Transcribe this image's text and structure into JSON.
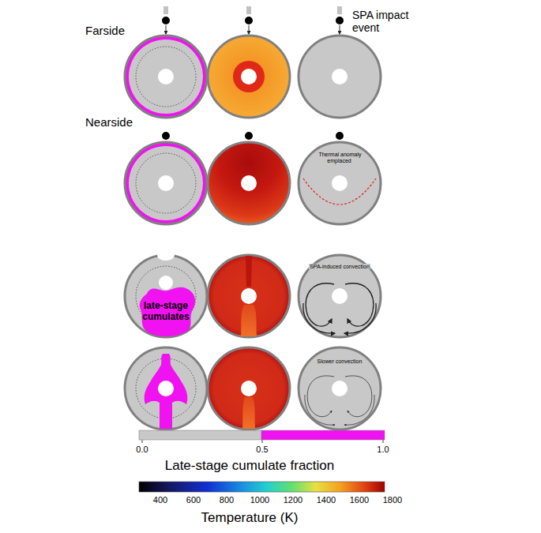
{
  "diagram": {
    "nodes": [
      {
        "text": [
          "Thermal anomaly emplaced"
        ]
      },
      {
        "text": [
          "late-stage cumulates"
        ]
      },
      {
        "text": [
          "SPA-induced convection"
        ]
      },
      {
        "text": [
          "Slower convection"
        ]
      }
    ],
    "edges": [],
    "labels": [
      "Farside",
      "SPA impact event",
      "Nearside",
      "0.0",
      "0.5",
      "1.0",
      "Late-stage cumulate fraction",
      "400",
      "600",
      "800",
      "1000",
      "1200",
      "1400",
      "1600",
      "1800",
      "Temperature (K)"
    ]
  }
}
